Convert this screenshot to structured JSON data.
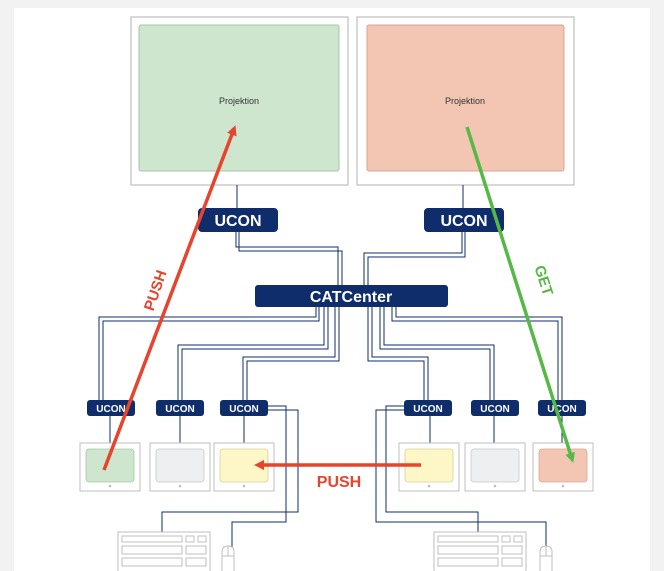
{
  "colors": {
    "navy": "#0f2d6b",
    "line": "#0f2d6b",
    "green_fill": "#cde6cd",
    "salmon_fill": "#f3c6b4",
    "yellow_fill": "#fdf7c8",
    "gray_fill": "#eeeff0",
    "push_red": "#e8432c",
    "get_green": "#56b946",
    "frame": "#bfbfbf"
  },
  "displays": {
    "left_label": "Projektion",
    "right_label": "Projektion"
  },
  "ucon_label": "UCON",
  "center_label": "CATCenter",
  "arrows": {
    "push_top": "PUSH",
    "get": "GET",
    "push_bottom": "PUSH"
  },
  "icons": {
    "display": "monitor-icon",
    "keyboard": "keyboard-icon",
    "mouse": "mouse-icon"
  }
}
